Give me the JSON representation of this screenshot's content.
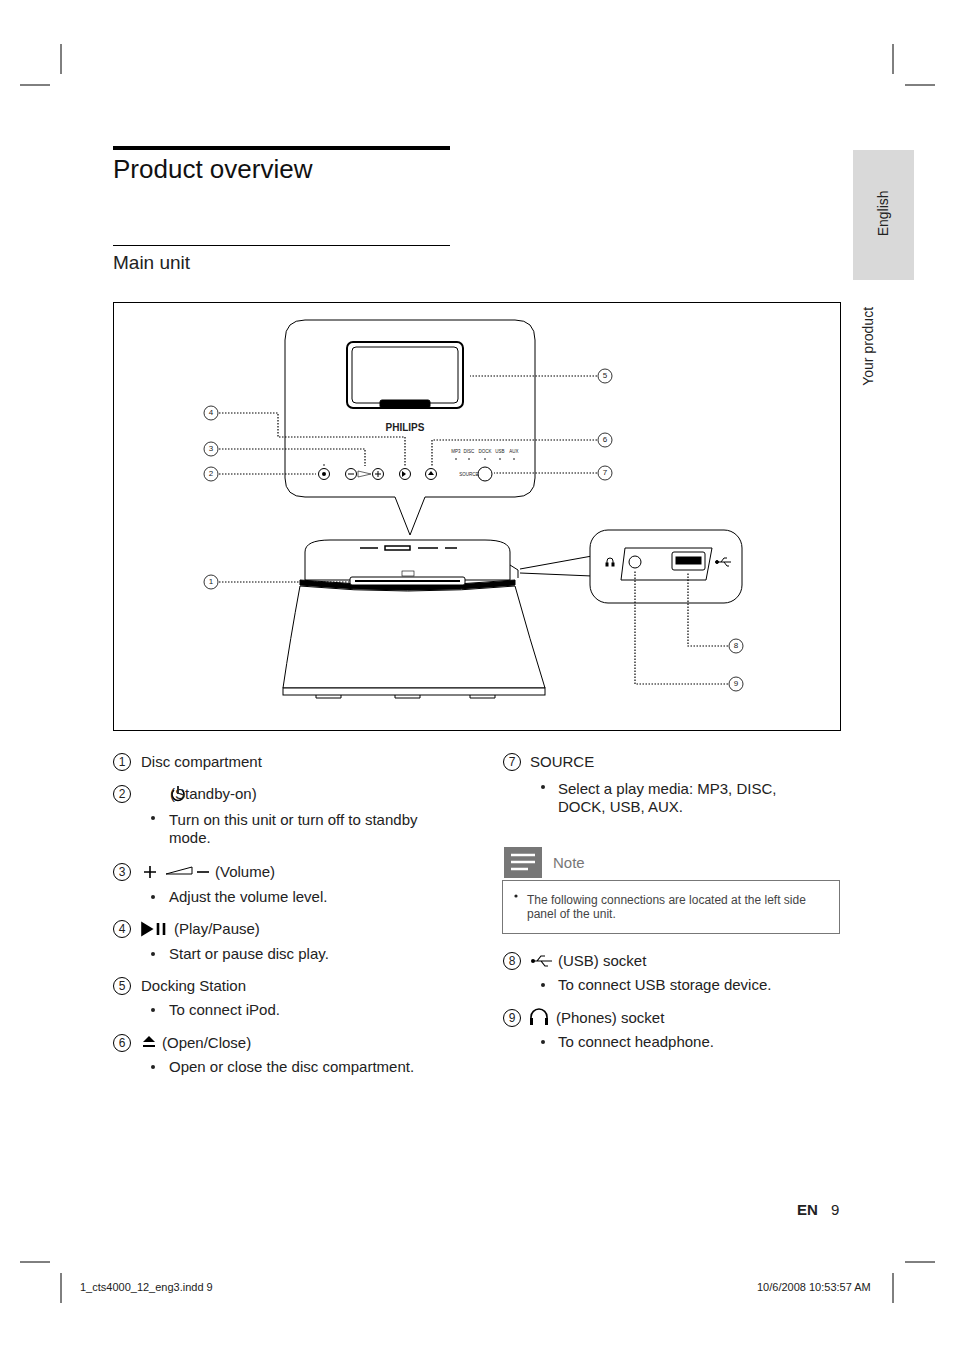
{
  "diagram": {
    "title": "Product overview",
    "nodes": [
      {
        "text": [
          "English"
        ]
      },
      {
        "text": [
          "Note",
          "The following connections are located at the left side panel of the unit."
        ]
      }
    ],
    "labels": [
      "Main unit",
      "Your product",
      "1",
      "2",
      "3",
      "4",
      "5",
      "6",
      "7",
      "8",
      "9",
      "PHILIPS",
      "MP3",
      "DISC",
      "DOCK",
      "USB",
      "AUX",
      "SOURCE",
      "1",
      "2",
      "3",
      "4",
      "5",
      "6",
      "7",
      "8",
      "9",
      "Disc compartment",
      "(Standby-on)",
      "Turn on this unit or turn off to standby mode.",
      "(Volume)",
      "Adjust the volume level.",
      "(Play/Pause)",
      "Start or pause disc play.",
      "Docking Station",
      "To connect iPod.",
      "(Open/Close)",
      "Open or close the disc compartment.",
      "SOURCE",
      "Select a play media: MP3, DISC, DOCK, USB, AUX.",
      "(USB) socket",
      "To connect USB storage device.",
      "(Phones) socket",
      "To connect headphone.",
      "EN",
      "9",
      "1_cts4000_12_eng3.indd 9",
      "10/6/2008 10:53:57 AM"
    ]
  }
}
